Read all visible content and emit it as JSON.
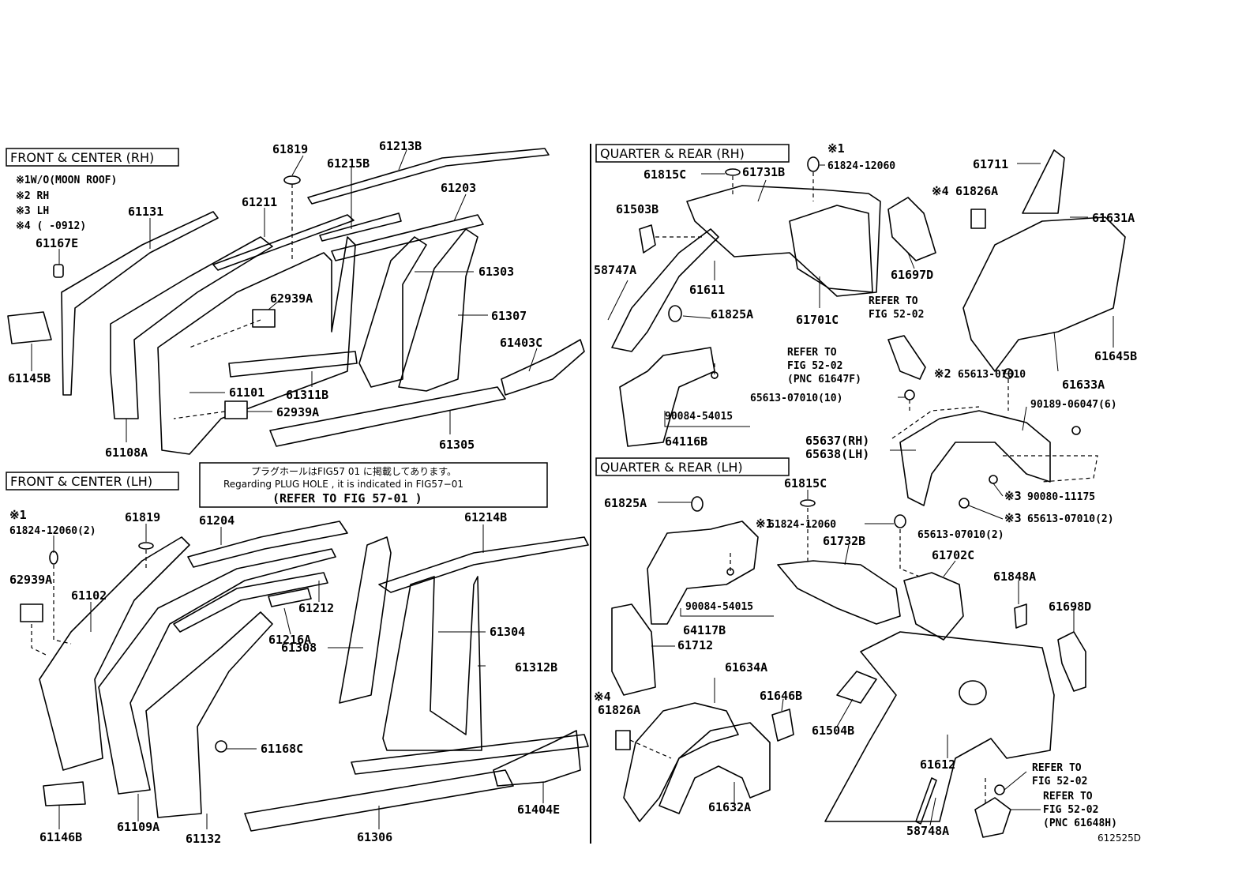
{
  "sections": {
    "front_rh": "FRONT & CENTER (RH)",
    "front_lh": "FRONT & CENTER (LH)",
    "quarter_rh": "QUARTER & REAR (RH)",
    "quarter_lh": "QUARTER & REAR (LH)"
  },
  "notes": {
    "n1": "※1W/O(MOON ROOF)",
    "n2": "※2 RH",
    "n3": "※3 LH",
    "n4": "※4 (       -0912)"
  },
  "plug_note": {
    "line1": "プラグホールはFIG57 01 に掲載してあります。",
    "line2": "Regarding PLUG HOLE , it is indicated in FIG57−01",
    "line3": "(REFER TO FIG 57-01     )"
  },
  "labels": {
    "p61819a": "61819",
    "p61213b": "61213B",
    "p61215b": "61215B",
    "p61203": "61203",
    "p61211": "61211",
    "p61131": "61131",
    "p61167e": "61167E",
    "p61303": "61303",
    "p62939a1": "62939A",
    "p61307": "61307",
    "p61403c": "61403C",
    "p61145b": "61145B",
    "p61101": "61101",
    "p61311b": "61311B",
    "p62939a2": "62939A",
    "p61108a": "61108A",
    "p61305": "61305",
    "m1": "※1",
    "p61824_2": "61824-12060(2)",
    "p61819b": "61819",
    "p61204": "61204",
    "p61214b": "61214B",
    "p62939a3": "62939A",
    "p61102": "61102",
    "p61212": "61212",
    "p61304": "61304",
    "p61216a": "61216A",
    "p61308": "61308",
    "p61312b": "61312B",
    "p61168c": "61168C",
    "p61146b": "61146B",
    "p61109a": "61109A",
    "p61132": "61132",
    "p61306": "61306",
    "p61404e": "61404E",
    "m1b": "※1",
    "p61824a": "61824-12060",
    "p61815c": "61815C",
    "p61731b": "61731B",
    "p61711": "61711",
    "m4a": "※4",
    "p61826a1": "61826A",
    "p61503b": "61503B",
    "p61631a": "61631A",
    "p58747a": "58747A",
    "p61611": "61611",
    "p61697d": "61697D",
    "ref1a": "REFER TO",
    "ref1b": "FIG  52-02",
    "p61825a1": "61825A",
    "p61701c": "61701C",
    "ref2a": "REFER TO",
    "ref2b": "FIG 52-02",
    "ref2c": "(PNC 61647F)",
    "p61645b": "61645B",
    "m2": "※2",
    "p65613_a": "65613-07010",
    "p61633a": "61633A",
    "p65613_10": "65613-07010(10)",
    "p90189": "90189-06047(6)",
    "p90084a": "90084-54015",
    "p64116b": "64116B",
    "p65637": "65637(RH)",
    "p65638": "65638(LH)",
    "m3a": "※3",
    "p90080": "90080-11175",
    "m3b": "※3",
    "p65613_2a": "65613-07010(2)",
    "p61815c2": "61815C",
    "p61825a2": "61825A",
    "m1c": "※1",
    "p61824b": "61824-12060",
    "p65613_2b": "65613-07010(2)",
    "p61732b": "61732B",
    "p61702c": "61702C",
    "p61848a": "61848A",
    "p61698d": "61698D",
    "p90084b": "90084-54015",
    "p64117b": "64117B",
    "p61712": "61712",
    "p61634a": "61634A",
    "p61646b": "61646B",
    "m4b": "※4",
    "p61826a2": "61826A",
    "p61504b": "61504B",
    "p61612": "61612",
    "ref3a": "REFER TO",
    "ref3b": "FIG  52-02",
    "ref4a": "REFER TO",
    "ref4b": "FIG 52-02",
    "ref4c": "(PNC 61648H)",
    "p61632a": "61632A",
    "p58748a": "58748A",
    "fig": "612525D"
  }
}
